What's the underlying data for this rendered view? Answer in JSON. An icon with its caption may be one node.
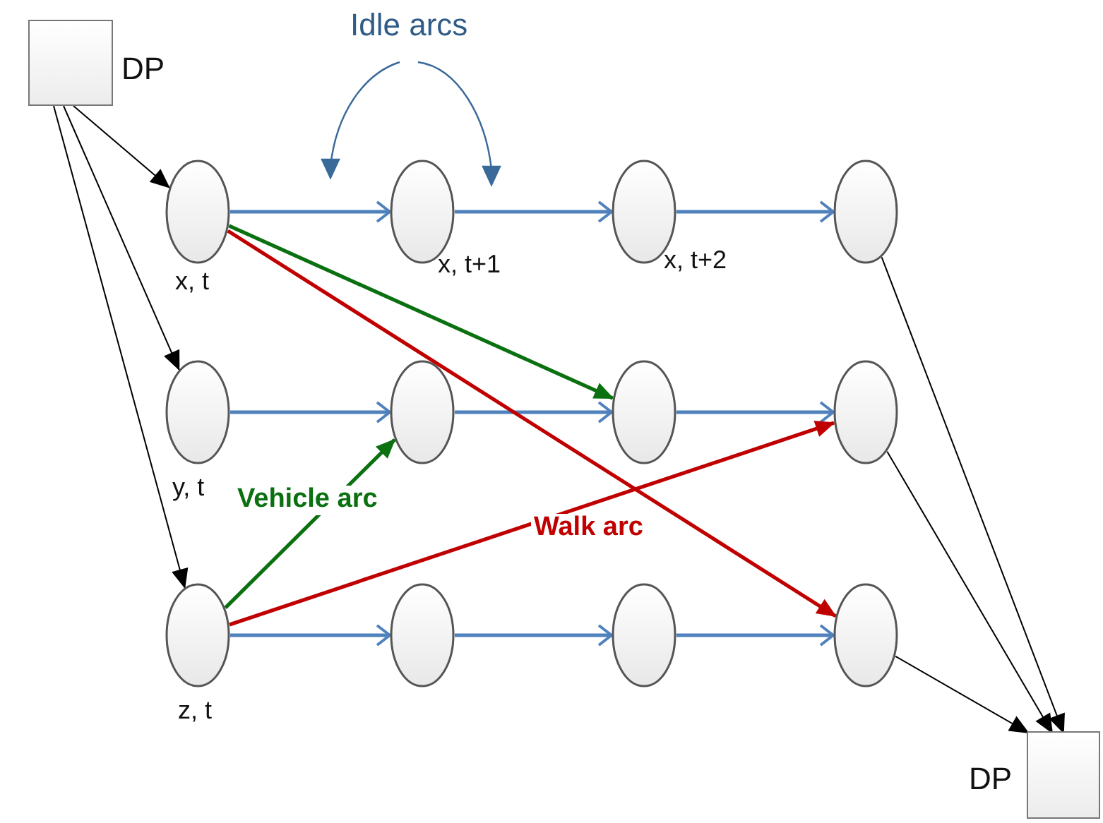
{
  "diagram": {
    "nodes": [
      {
        "text": [
          "DP"
        ]
      },
      {
        "text": [],
        "shape": "circle",
        "beside": [
          "x, t"
        ]
      },
      {
        "text": [],
        "shape": "circle",
        "beside": [
          "x, t+1"
        ]
      },
      {
        "text": [],
        "shape": "circle",
        "beside": [
          "x, t+2"
        ]
      },
      {
        "text": [],
        "shape": "circle"
      },
      {
        "text": [],
        "shape": "circle",
        "beside": [
          "y, t"
        ]
      },
      {
        "text": [],
        "shape": "circle"
      },
      {
        "text": [],
        "shape": "circle"
      },
      {
        "text": [],
        "shape": "circle"
      },
      {
        "text": [],
        "shape": "circle",
        "beside": [
          "z, t"
        ]
      },
      {
        "text": [],
        "shape": "circle"
      },
      {
        "text": [],
        "shape": "circle"
      },
      {
        "text": [],
        "shape": "circle"
      },
      {
        "text": [
          "DP"
        ]
      }
    ],
    "edges": [
      {
        "from": 0,
        "to": 1,
        "arrow": "to",
        "color": "#000000"
      },
      {
        "from": 0,
        "to": 5,
        "arrow": "to",
        "color": "#000000"
      },
      {
        "from": 0,
        "to": 9,
        "arrow": "to",
        "color": "#000000"
      },
      {
        "from": 1,
        "to": 2,
        "arrow": "to"
      },
      {
        "from": 2,
        "to": 3,
        "arrow": "to"
      },
      {
        "from": 3,
        "to": 4,
        "arrow": "to"
      },
      {
        "from": 5,
        "to": 6,
        "arrow": "to"
      },
      {
        "from": 6,
        "to": 7,
        "arrow": "to"
      },
      {
        "from": 7,
        "to": 8,
        "arrow": "to"
      },
      {
        "from": 9,
        "to": 10,
        "arrow": "to"
      },
      {
        "from": 10,
        "to": 11,
        "arrow": "to"
      },
      {
        "from": 11,
        "to": 12,
        "arrow": "to"
      },
      {
        "from": 1,
        "to": 7,
        "arrow": "to",
        "color": "#0a7010"
      },
      {
        "from": 1,
        "to": 12,
        "arrow": "to",
        "color": "#c00000"
      },
      {
        "from": 9,
        "to": 6,
        "arrow": "to",
        "color": "#0a7010",
        "label": "Vehicle arc"
      },
      {
        "from": 9,
        "to": 8,
        "arrow": "to",
        "color": "#c00000",
        "label": "Walk arc"
      },
      {
        "from": 4,
        "to": 13,
        "arrow": "to",
        "color": "#000000"
      },
      {
        "from": 8,
        "to": 13,
        "arrow": "to",
        "color": "#000000"
      },
      {
        "from": 12,
        "to": 13,
        "arrow": "to",
        "color": "#000000"
      }
    ],
    "labels": [
      "Idle arcs"
    ]
  }
}
